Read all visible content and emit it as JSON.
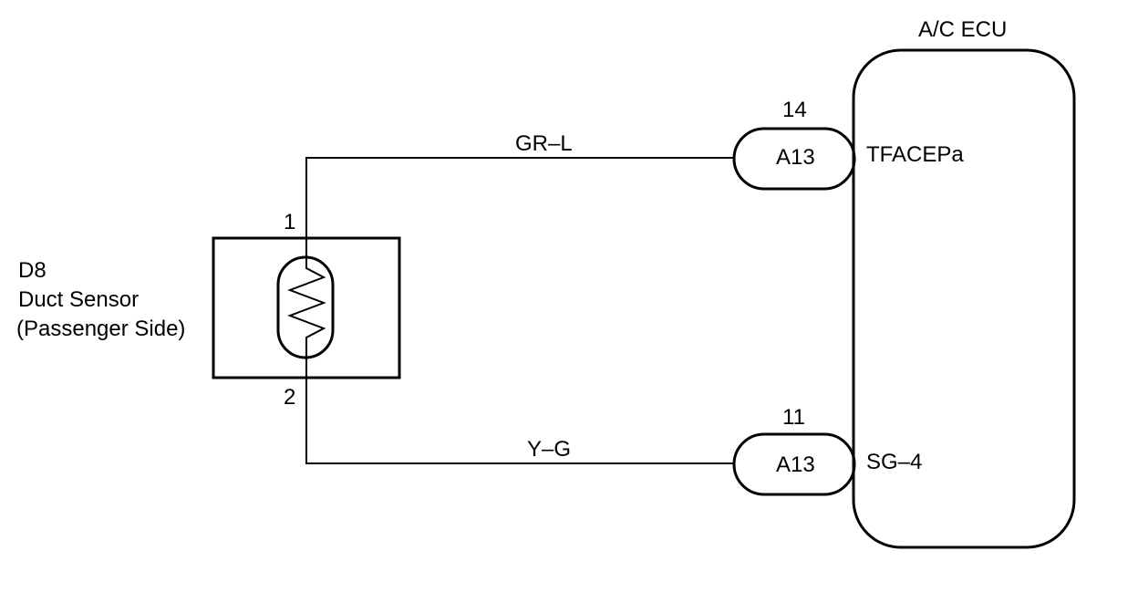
{
  "ecu": {
    "title": "A/C ECU"
  },
  "sensor": {
    "code": "D8",
    "name": "Duct Sensor",
    "side": "(Passenger Side)",
    "pin_top": "1",
    "pin_bottom": "2"
  },
  "wires": [
    {
      "color_code": "GR–L",
      "connector": "A13",
      "pin": "14",
      "terminal": "TFACEPa"
    },
    {
      "color_code": "Y–G",
      "connector": "A13",
      "pin": "11",
      "terminal": "SG–4"
    }
  ]
}
